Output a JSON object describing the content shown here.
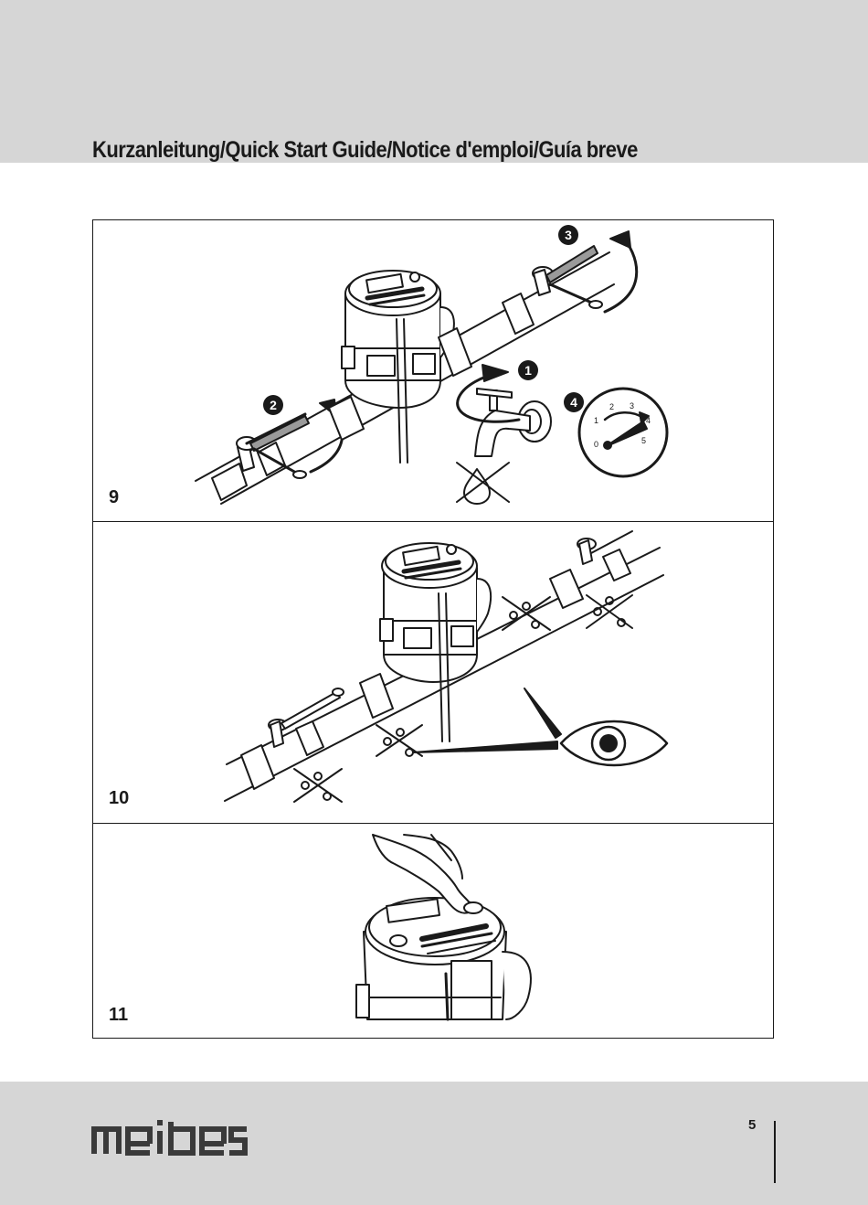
{
  "header": {
    "title": "Kurzanleitung/Quick Start Guide/Notice d'emploi/Guía breve"
  },
  "panels": [
    {
      "step": "9",
      "callouts": [
        "1",
        "2",
        "3",
        "4"
      ],
      "gauge": {
        "ticks": [
          "0",
          "1",
          "2",
          "3",
          "4",
          "5"
        ]
      },
      "icons": [
        "water-meter-icon",
        "ball-valve-icon",
        "tap-icon",
        "no-drip-icon",
        "pressure-gauge-icon",
        "rotate-arrow-icon"
      ]
    },
    {
      "step": "10",
      "icons": [
        "water-meter-icon",
        "ball-valve-icon",
        "no-leak-icon",
        "eye-icon"
      ]
    },
    {
      "step": "11",
      "icons": [
        "finger-press-icon",
        "meter-head-icon"
      ]
    }
  ],
  "footer": {
    "brand": "meibes",
    "page_number": "5"
  }
}
